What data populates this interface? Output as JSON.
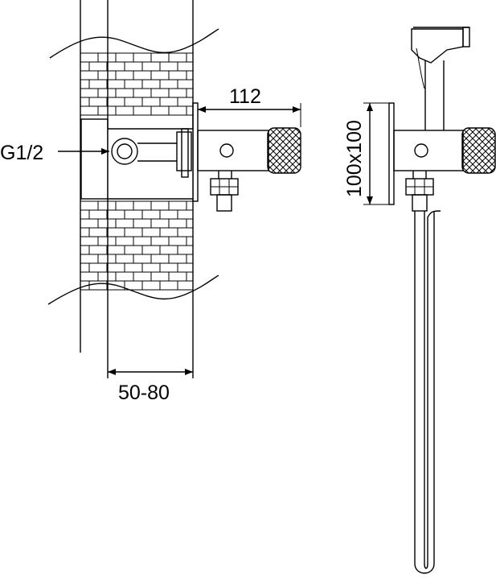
{
  "diagram": {
    "dimensions": {
      "thread": "G1/2",
      "projection": "112",
      "wall_depth": "50-80",
      "flange_size": "100x100"
    }
  }
}
